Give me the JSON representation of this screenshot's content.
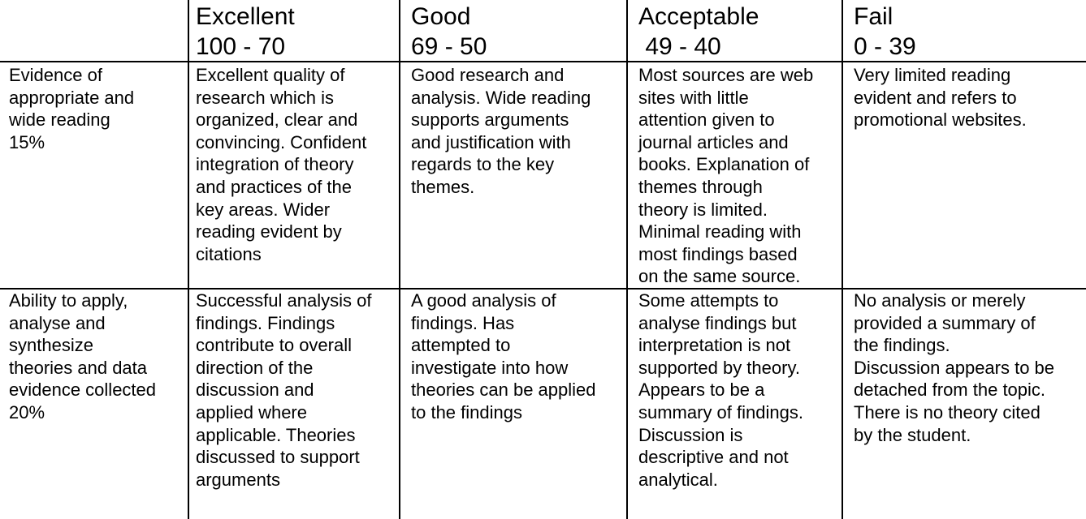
{
  "rubric": {
    "headers": [
      {
        "label": "Excellent",
        "range": "100 - 70"
      },
      {
        "label": "Good",
        "range": "69 - 50"
      },
      {
        "label": "Acceptable",
        "range": " 49 - 40"
      },
      {
        "label": "Fail",
        "range": "0 - 39"
      }
    ],
    "rows": [
      {
        "criterion": "Evidence of\nappropriate and\nwide reading\n15%",
        "cells": [
          "Excellent quality of\nresearch which is\norganized, clear and\nconvincing. Confident\nintegration of theory\nand practices of the\nkey areas. Wider\nreading evident by\ncitations",
          "Good research and\nanalysis. Wide reading\nsupports arguments\nand justification with\nregards to the key\nthemes.",
          "Most sources are web\nsites with little\nattention given to\njournal articles and\nbooks. Explanation of\nthemes through\ntheory is limited.\nMinimal reading with\nmost findings based\non the same source.",
          "Very limited reading\nevident and refers to\npromotional websites."
        ]
      },
      {
        "criterion": "Ability to apply,\nanalyse and\nsynthesize\ntheories and data\nevidence collected\n20%",
        "cells": [
          "Successful analysis of\nfindings. Findings\ncontribute to overall\ndirection of the\ndiscussion and\napplied where\napplicable. Theories\ndiscussed to support\narguments",
          "A good analysis of\nfindings. Has\nattempted to\ninvestigate into how\ntheories can be applied\nto the findings",
          "Some attempts to\nanalyse findings but\ninterpretation is not\nsupported by theory.\nAppears to be a\nsummary of findings.\nDiscussion is\ndescriptive and not\nanalytical.",
          "No analysis or merely\nprovided a summary of\nthe findings.\nDiscussion appears to be\ndetached from the topic.\nThere is no theory cited\nby the student."
        ]
      }
    ]
  }
}
